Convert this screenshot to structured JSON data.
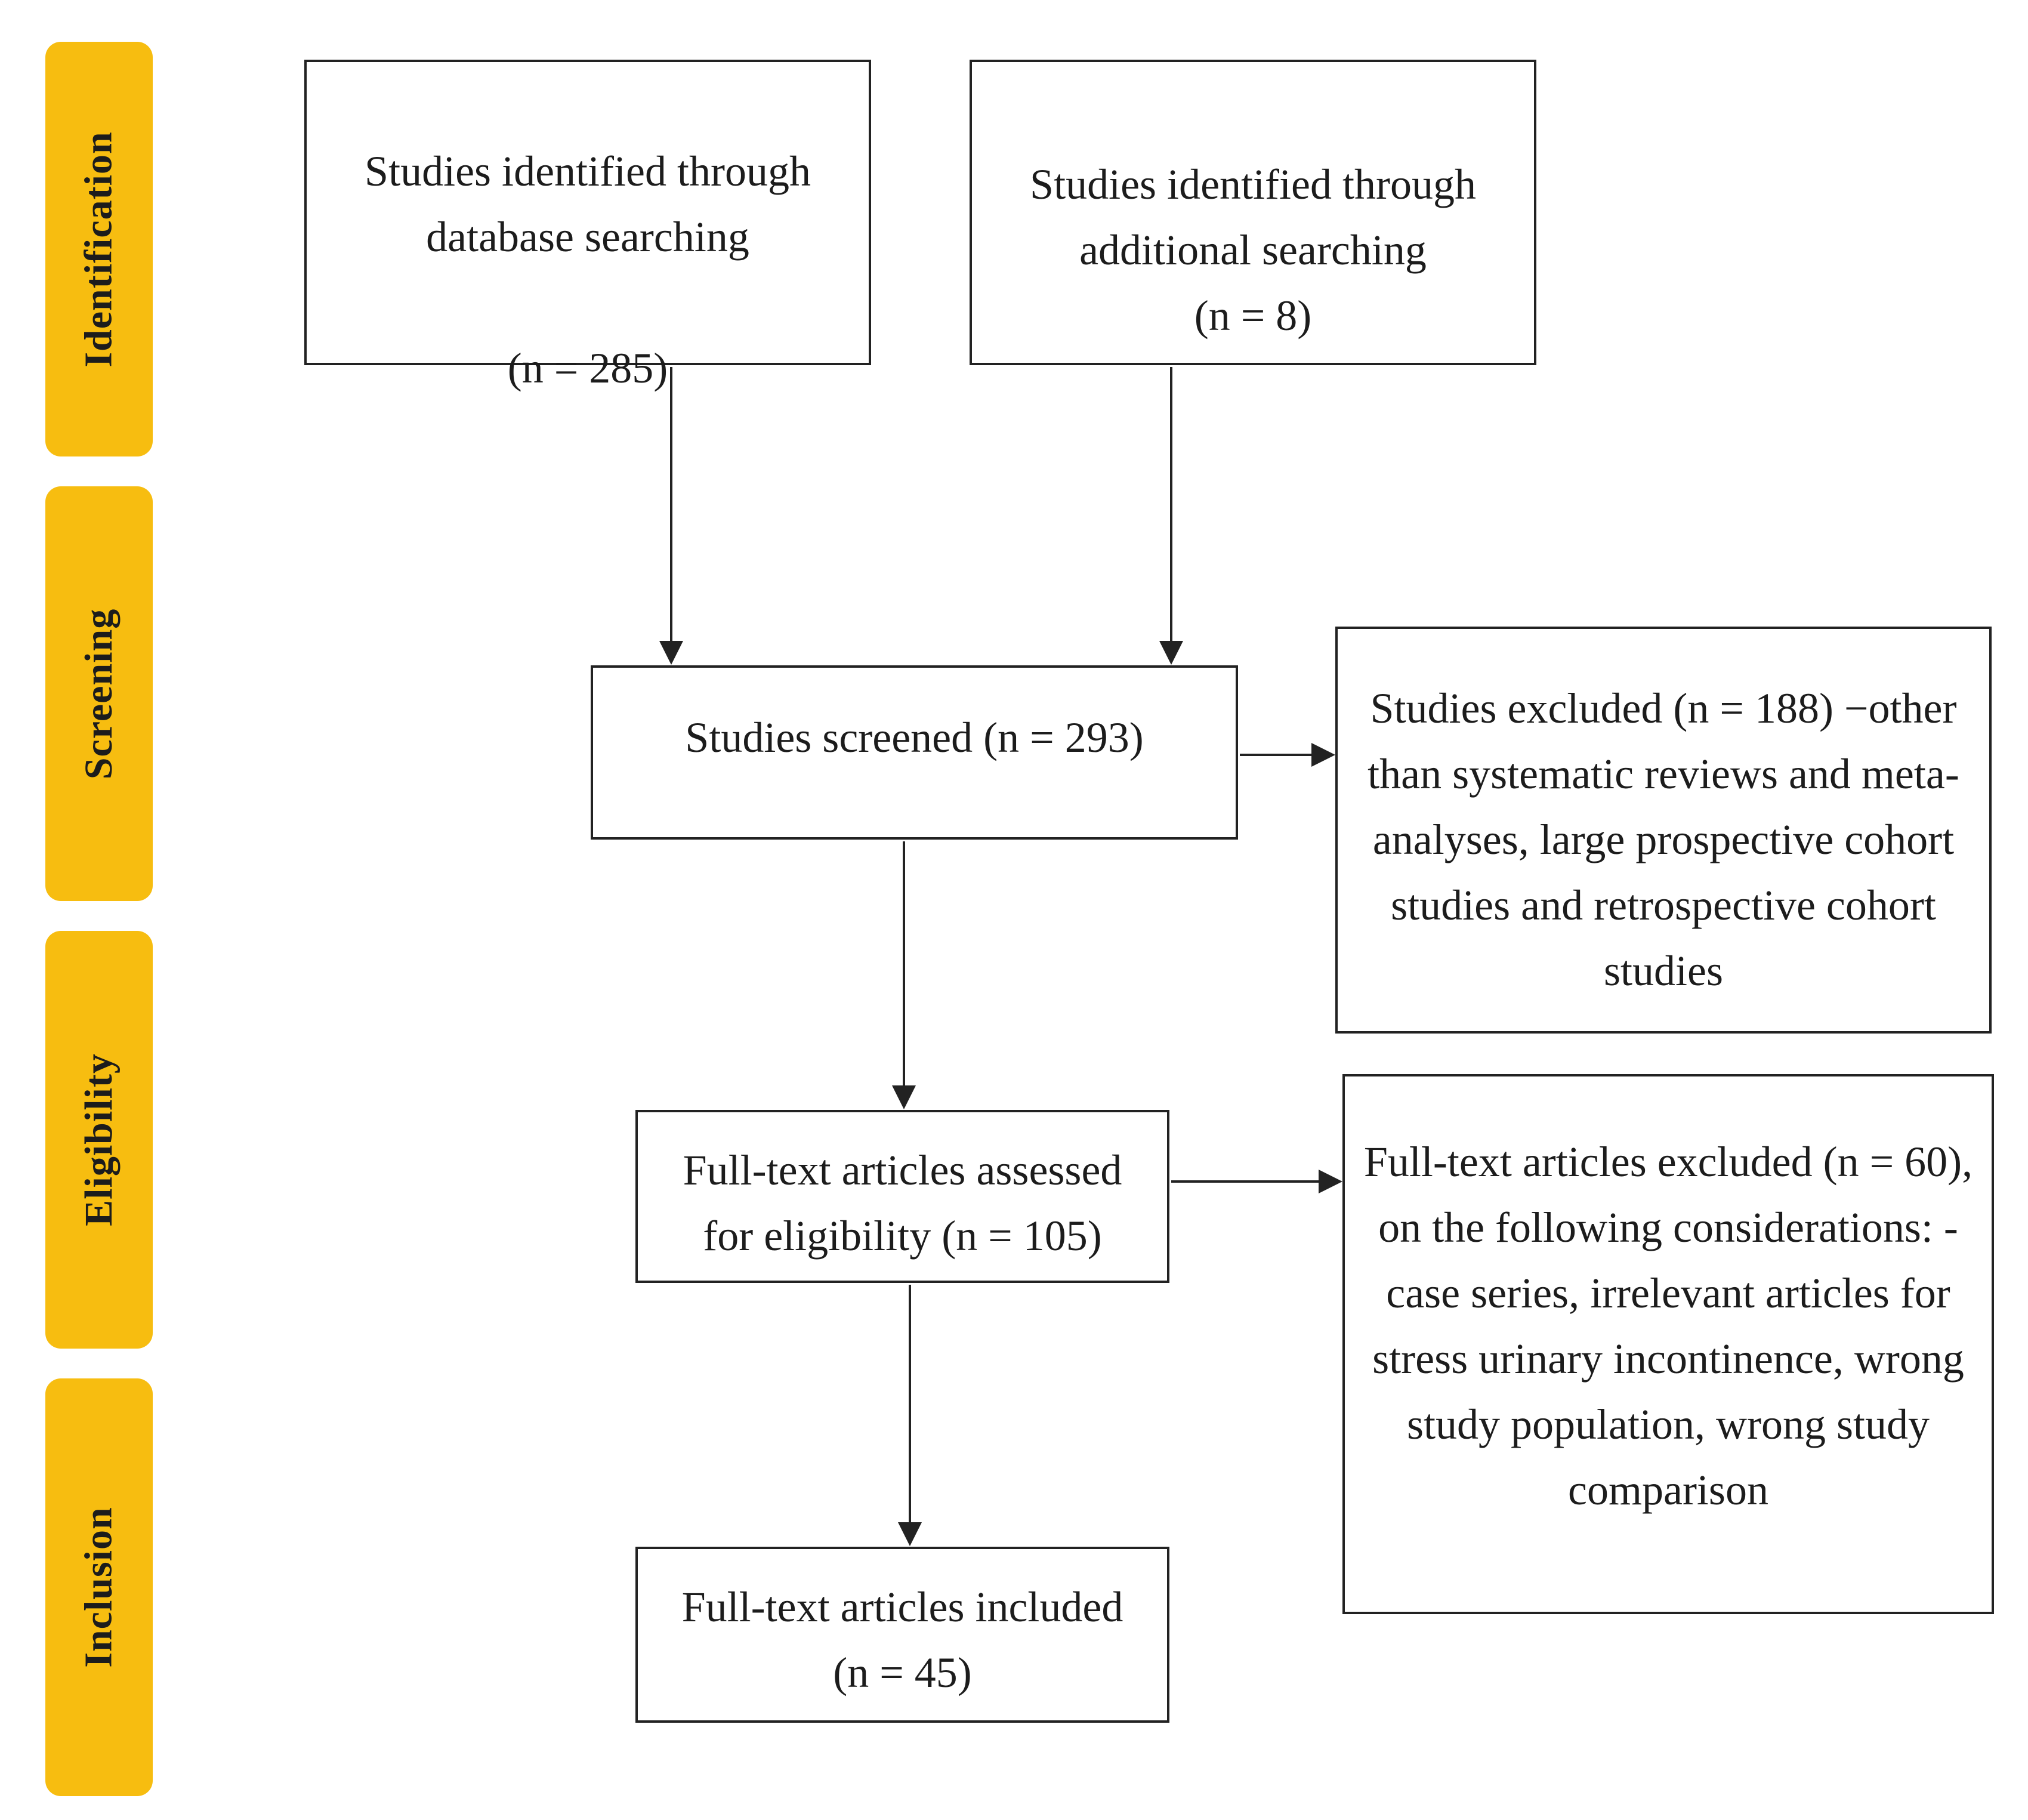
{
  "stages": [
    {
      "label": "Identification"
    },
    {
      "label": "Screening"
    },
    {
      "label": "Eligibility"
    },
    {
      "label": "Inclusion"
    }
  ],
  "boxes": {
    "database_search": {
      "text": "Studies identified through\ndatabase searching\n\n(n = 285)"
    },
    "additional_search": {
      "text": "Studies identified through\nadditional searching\n(n = 8)"
    },
    "screened": {
      "text": "Studies screened (n = 293)"
    },
    "excluded_screening": {
      "text": "Studies excluded (n = 188) −other\nthan systematic reviews and meta-\nanalyses, large prospective cohort\nstudies and retrospective cohort\nstudies"
    },
    "eligibility": {
      "text": "Full-text articles assessed\nfor eligibility (n = 105)"
    },
    "excluded_fulltext": {
      "text": "Full-text articles excluded (n = 60),\non the following considerations: -\ncase series, irrelevant articles for\nstress urinary incontinence, wrong\nstudy population, wrong study\ncomparison"
    },
    "included": {
      "text": "Full-text articles included\n(n = 45)"
    }
  },
  "colors": {
    "stage_fill": "#f7bd10",
    "line": "#222222"
  }
}
